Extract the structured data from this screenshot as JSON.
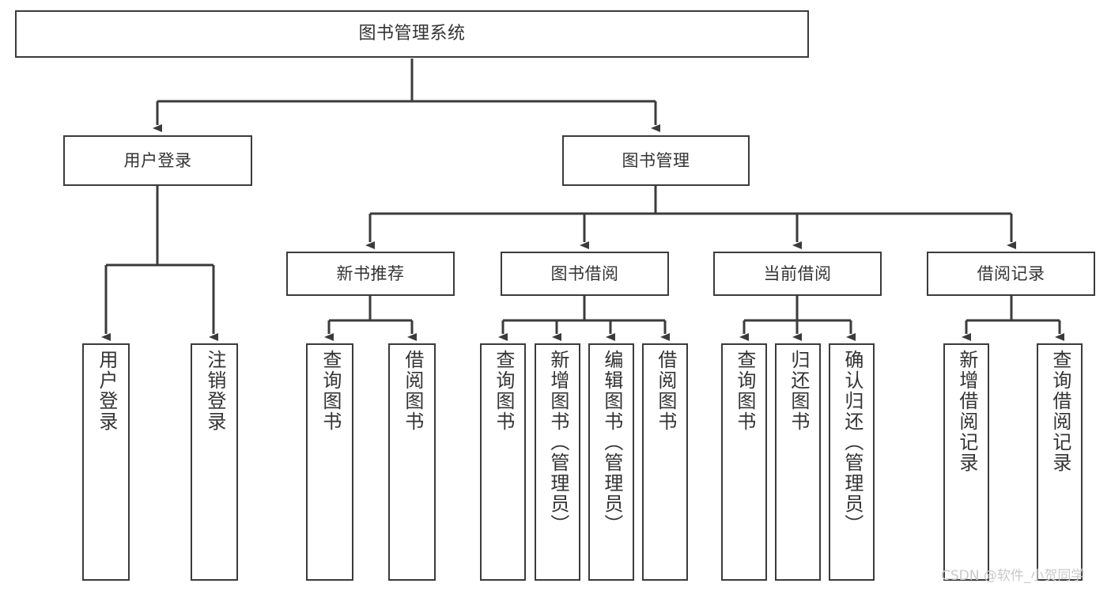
{
  "diagram": {
    "title": "图书管理系统",
    "type": "tree-hierarchy-diagram",
    "watermark": "CSDN @软件_小贺同学",
    "colors": {
      "node_border": "#3b3b3b",
      "node_fill": "#ffffff",
      "edge": "#3b3b3b",
      "text": "#333333",
      "background": "#ffffff",
      "watermark": "#c9c9c9"
    },
    "nodes": {
      "root": {
        "label": "图书管理系统"
      },
      "level1": [
        {
          "label": "用户登录"
        },
        {
          "label": "图书管理"
        }
      ],
      "level2": [
        {
          "label": "新书推荐"
        },
        {
          "label": "图书借阅"
        },
        {
          "label": "当前借阅"
        },
        {
          "label": "借阅记录"
        }
      ],
      "leaves": {
        "user_login": [
          {
            "label": "用户登录"
          },
          {
            "label": "注销登录"
          }
        ],
        "new_book_recommend": [
          {
            "label": "查询图书"
          },
          {
            "label": "借阅图书"
          }
        ],
        "book_borrow": [
          {
            "label": "查询图书"
          },
          {
            "label": "新增图书（管理员）"
          },
          {
            "label": "编辑图书（管理员）"
          },
          {
            "label": "借阅图书"
          }
        ],
        "current_borrow": [
          {
            "label": "查询图书"
          },
          {
            "label": "归还图书"
          },
          {
            "label": "确认归还（管理员）"
          }
        ],
        "borrow_record": [
          {
            "label": "新增借阅记录"
          },
          {
            "label": "查询借阅记录"
          }
        ]
      }
    }
  }
}
